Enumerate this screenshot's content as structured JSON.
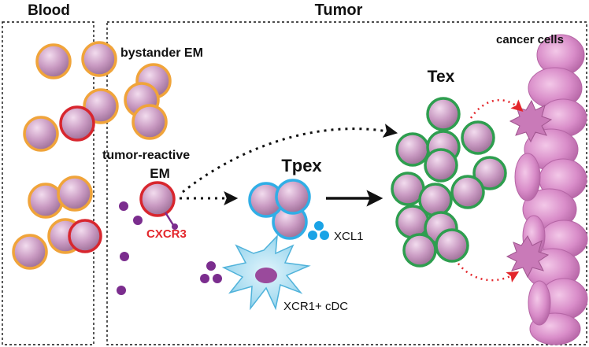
{
  "sections": {
    "blood": "Blood",
    "tumor": "Tumor"
  },
  "labels": {
    "bystander_em": "bystander EM",
    "tumor_reactive": "tumor-reactive",
    "em": "EM",
    "cxcr3": "CXCR3",
    "tpex": "Tpex",
    "xcl1": "XCL1",
    "xcr1_cdc": "XCR1+ cDC",
    "tex": "Tex",
    "cancer_cells": "cancer cells"
  },
  "colors": {
    "cell_body": "#c99ac2",
    "bystander_ring": "#f0a43a",
    "reactive_ring": "#d8262e",
    "tpex_ring": "#31aee6",
    "tex_ring": "#2e9e4f",
    "chemokine": "#7b2d8e",
    "xcl1": "#1aa3e6",
    "dc_body": "#a6dbf0",
    "cancer_cell": "#d98dc9",
    "cxcr3_text": "#e3262b",
    "red_arrow": "#e3262b"
  },
  "icons": {
    "right_arrow": "right-arrow-icon",
    "dotted_arrow": "dotted-arrow-icon"
  }
}
